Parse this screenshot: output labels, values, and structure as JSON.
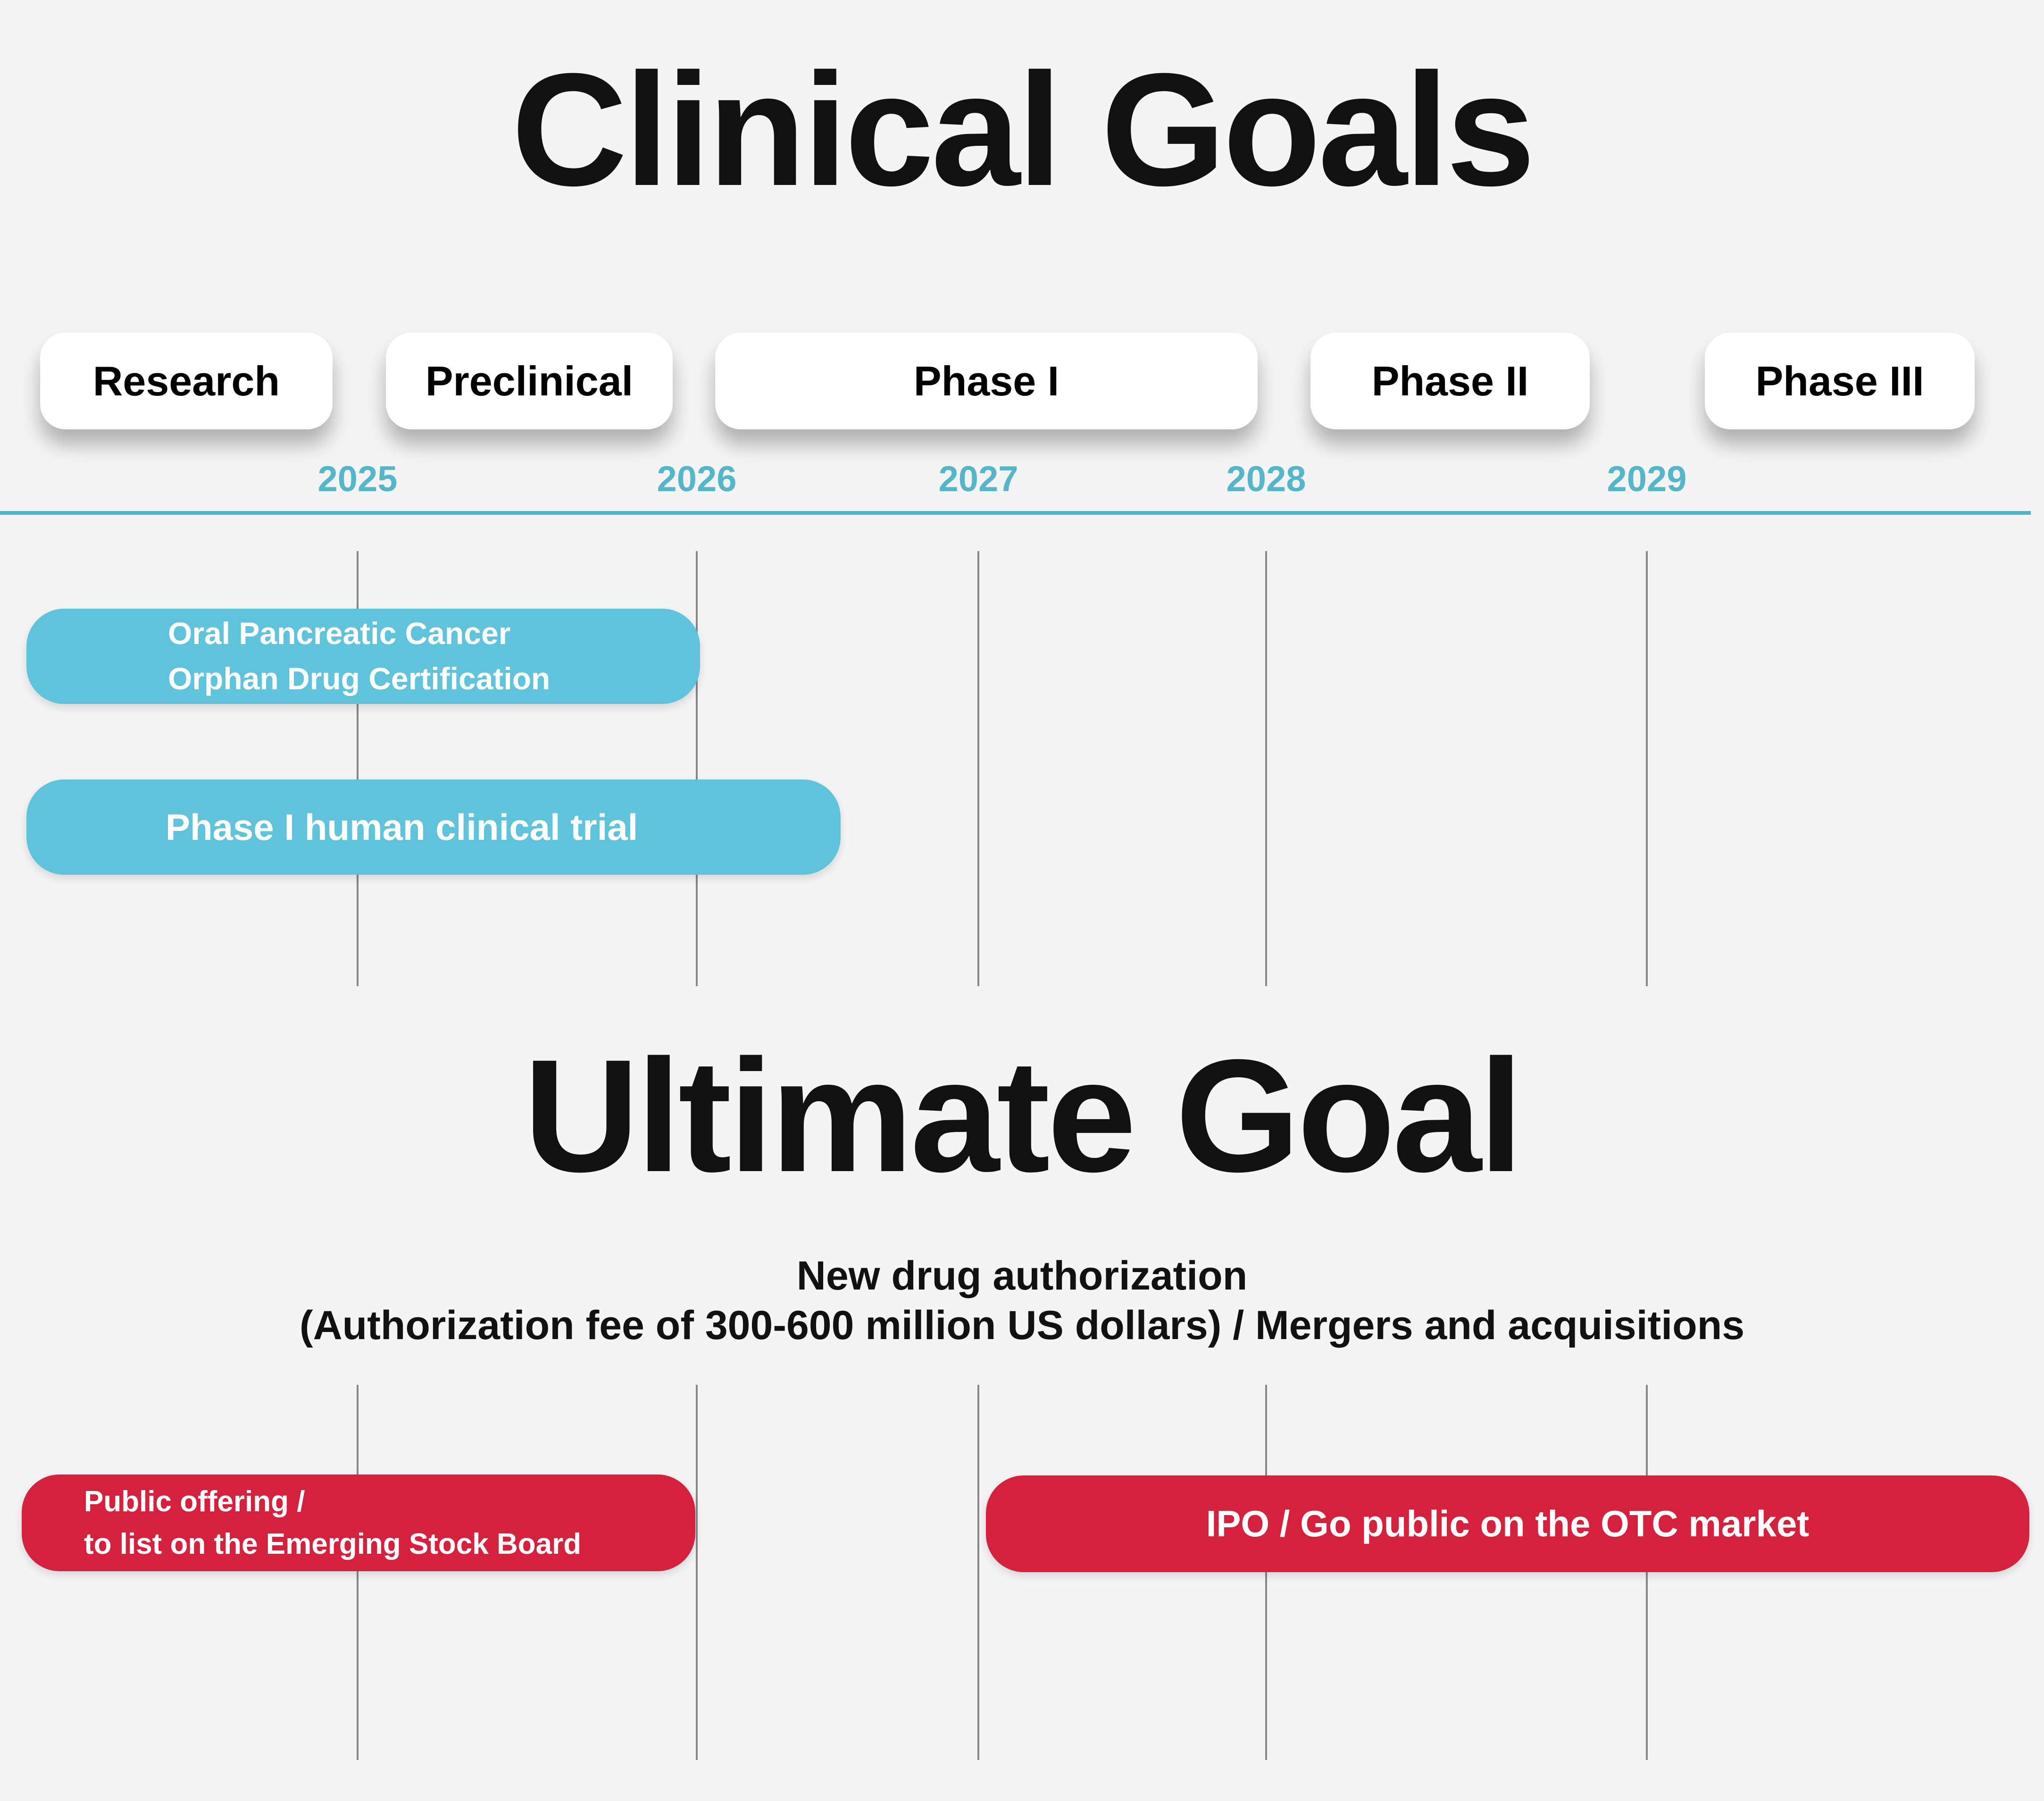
{
  "colors": {
    "background": "#f4f4f5",
    "title_text": "#111111",
    "stage_pill_bg": "#ffffff",
    "stage_pill_text": "#000000",
    "timeline_axis": "#4eb3c6",
    "year_text": "#54b6c8",
    "gridline": "#868686",
    "clinical_milestone_bar": "#5fc3dc",
    "goal_milestone_bar": "#d5213e",
    "milestone_text": "#ffffff"
  },
  "clinical": {
    "title": "Clinical Goals",
    "stages": [
      "Research",
      "Preclinical",
      "Phase I",
      "Phase II",
      "Phase III"
    ],
    "years": [
      "2025",
      "2026",
      "2027",
      "2028",
      "2029"
    ],
    "milestone_oral": {
      "line1": "Oral Pancreatic Cancer",
      "line2": "Orphan Drug Certification"
    },
    "milestone_phase1": {
      "label": "Phase I human clinical trial"
    }
  },
  "ultimate": {
    "title": "Ultimate Goal",
    "subtitle_line1": "New drug authorization",
    "subtitle_line2": "(Authorization fee of 300-600 million US dollars) / Mergers and acquisitions",
    "milestone_public_offering": {
      "line1": "Public offering /",
      "line2": "to list on the Emerging Stock Board"
    },
    "milestone_ipo": {
      "label": "IPO / Go public on the OTC market"
    }
  }
}
